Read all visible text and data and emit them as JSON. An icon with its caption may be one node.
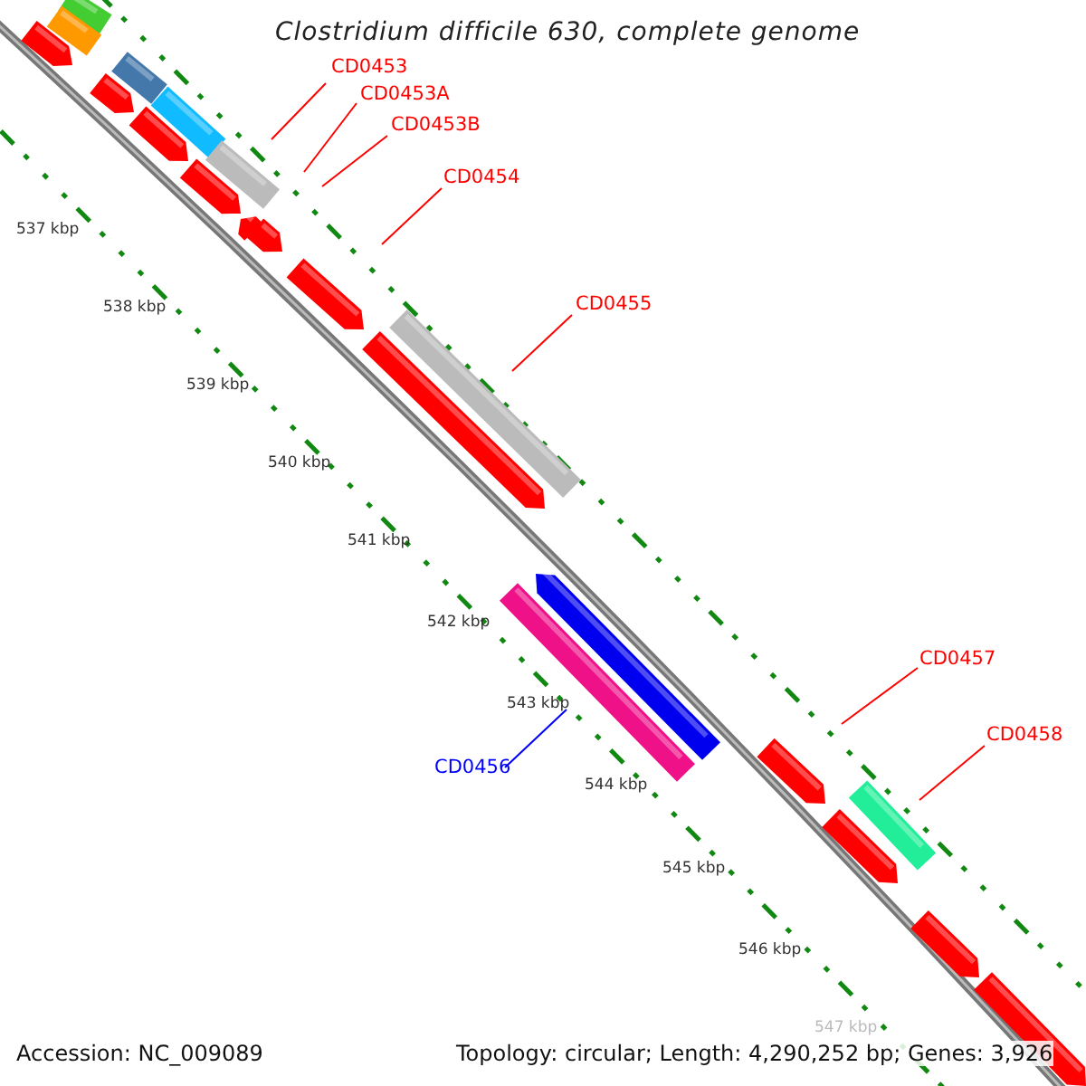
{
  "diagram": {
    "title": "Clostridium difficile 630, complete genome",
    "nodes": [
      {
        "text": [
          "CD0453"
        ]
      },
      {
        "text": [],
        "shape": "bar"
      },
      {
        "text": [
          "CD0453A"
        ]
      },
      {
        "text": [
          "CD0453B"
        ]
      },
      {
        "text": [
          "CD0454"
        ]
      },
      {
        "text": [
          "CD0455"
        ]
      },
      {
        "text": [],
        "shape": "bar"
      },
      {
        "text": [
          "CD0456"
        ]
      },
      {
        "text": [],
        "shape": "bar"
      },
      {
        "text": [
          "CD0457"
        ]
      },
      {
        "text": [
          "CD0458"
        ]
      },
      {
        "text": [],
        "shape": "bar"
      }
    ],
    "edges": [
      {
        "from": 0,
        "to": 1,
        "arrow": "none"
      },
      {
        "from": 2,
        "to": null,
        "arrow": "none"
      },
      {
        "from": 3,
        "to": null,
        "arrow": "none"
      },
      {
        "from": 4,
        "to": null,
        "arrow": "none"
      },
      {
        "from": 5,
        "to": 6,
        "arrow": "none"
      },
      {
        "from": 7,
        "to": 8,
        "arrow": "none",
        "color": "#0000ff"
      },
      {
        "from": 9,
        "to": null,
        "arrow": "none"
      },
      {
        "from": 10,
        "to": 11,
        "arrow": "none"
      }
    ],
    "labels": [
      "537 kbp",
      "538 kbp",
      "539 kbp",
      "540 kbp",
      "541 kbp",
      "542 kbp",
      "543 kbp",
      "544 kbp",
      "545 kbp",
      "546 kbp",
      "547 kbp",
      "Accession: NC_009089",
      "Topology: circular; Length: 4,290,252 bp; Genes: 3,926"
    ]
  }
}
